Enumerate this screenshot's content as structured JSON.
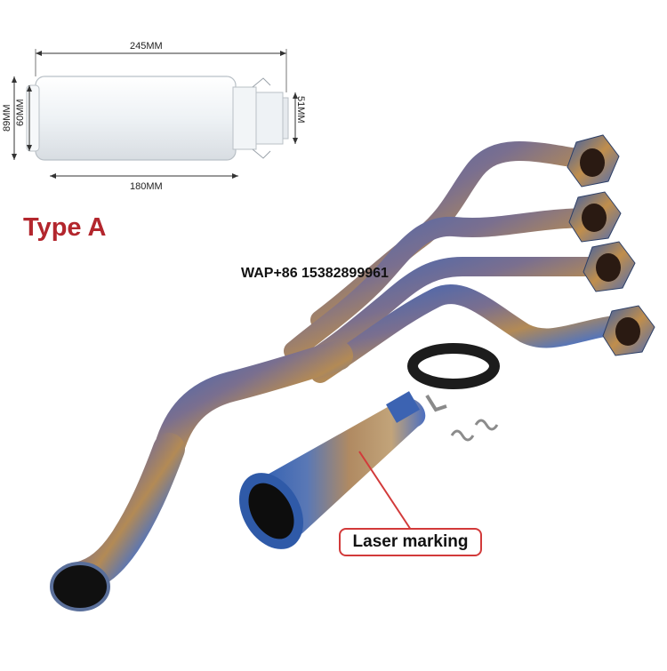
{
  "dimensions": {
    "length_total": "245MM",
    "length_body": "180MM",
    "outer_diameter": "89MM",
    "inner_diameter": "60MM",
    "inlet_diameter": "51MM"
  },
  "type_label": "Type A",
  "contact": "WAP+86 15382899961",
  "callout": "Laser marking",
  "colors": {
    "type_label": "#b3262d",
    "callout_border": "#d23a3a",
    "titanium_blue": "#3d66b8",
    "titanium_gold": "#b38a55"
  }
}
